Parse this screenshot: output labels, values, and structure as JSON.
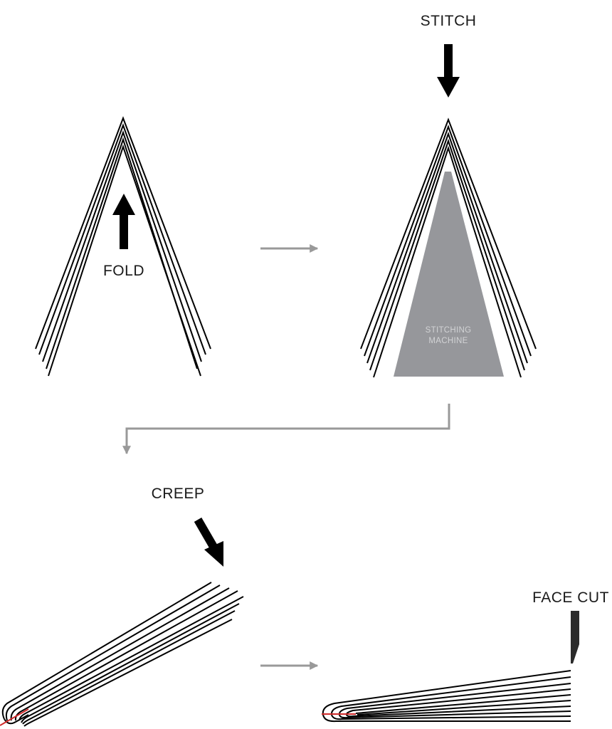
{
  "labels": {
    "stitch": "STITCH",
    "fold": "FOLD",
    "machine_line1": "STITCHING",
    "machine_line2": "MACHINE",
    "creep": "CREEP",
    "face_cut": "FACE CUT"
  },
  "colors": {
    "ink": "#000000",
    "text": "#1a1a1a",
    "flow_arrow": "#999999",
    "machine_fill": "#96979b",
    "machine_text": "#d2d3d5",
    "stitch_wire": "#d02a2a",
    "blade": "#2b2b2b"
  },
  "icons": {
    "fold_arrow": "arrow-up-icon",
    "stitch_arrow": "arrow-down-icon",
    "creep_arrow": "arrow-diagonal-icon",
    "flow_arrows": "arrow-right-icon"
  }
}
